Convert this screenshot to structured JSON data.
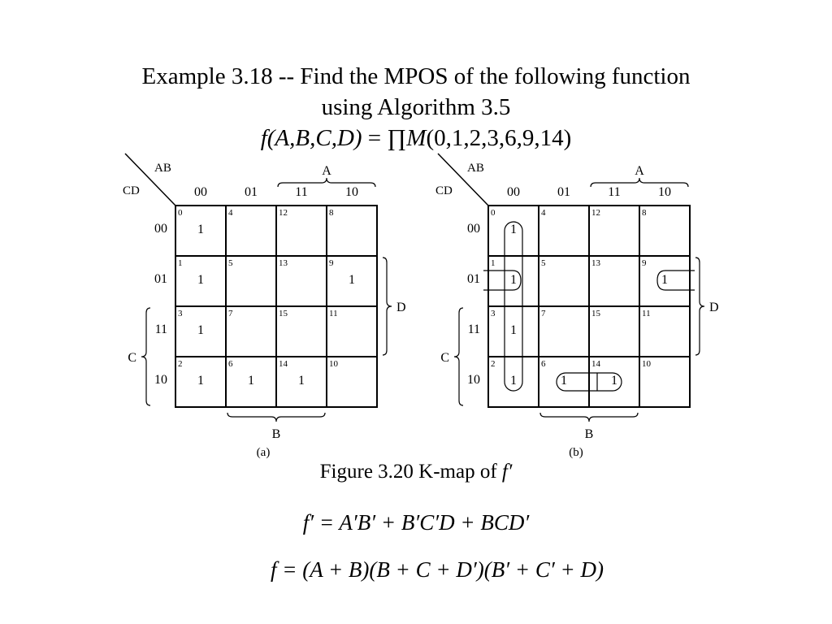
{
  "title": {
    "line1": "Example 3.18 -- Find the MPOS of the following function",
    "line2": "using Algorithm 3.5",
    "line3_lhs": "f(A,B,C,D)",
    "line3_eq": " = ∏",
    "line3_M": "M",
    "line3_args": "(0,1,2,3,6,9,14)"
  },
  "kmaps": [
    {
      "sublabel": "(a)",
      "var_ab": "AB",
      "var_cd": "CD",
      "col_headers": [
        "00",
        "01",
        "11",
        "10"
      ],
      "row_headers": [
        "00",
        "01",
        "11",
        "10"
      ],
      "brace_A": "A",
      "brace_B": "B",
      "brace_C": "C",
      "brace_D": "D",
      "cell_indices": [
        [
          "0",
          "4",
          "12",
          "8"
        ],
        [
          "1",
          "5",
          "13",
          "9"
        ],
        [
          "3",
          "7",
          "15",
          "11"
        ],
        [
          "2",
          "6",
          "14",
          "10"
        ]
      ],
      "cell_values": [
        [
          "1",
          "",
          "",
          ""
        ],
        [
          "1",
          "",
          "",
          "1"
        ],
        [
          "1",
          "",
          "",
          ""
        ],
        [
          "1",
          "1",
          "1",
          ""
        ]
      ],
      "groupings": false
    },
    {
      "sublabel": "(b)",
      "var_ab": "AB",
      "var_cd": "CD",
      "col_headers": [
        "00",
        "01",
        "11",
        "10"
      ],
      "row_headers": [
        "00",
        "01",
        "11",
        "10"
      ],
      "brace_A": "A",
      "brace_B": "B",
      "brace_C": "C",
      "brace_D": "D",
      "cell_indices": [
        [
          "0",
          "4",
          "12",
          "8"
        ],
        [
          "1",
          "5",
          "13",
          "9"
        ],
        [
          "3",
          "7",
          "15",
          "11"
        ],
        [
          "2",
          "6",
          "14",
          "10"
        ]
      ],
      "cell_values": [
        [
          "1",
          "",
          "",
          ""
        ],
        [
          "1",
          "",
          "",
          "1"
        ],
        [
          "1",
          "",
          "",
          ""
        ],
        [
          "1",
          "1",
          "1",
          ""
        ]
      ],
      "groupings": true
    }
  ],
  "caption": {
    "text": "Figure 3.20  K-map of ",
    "fprime": "f′"
  },
  "equations": {
    "fprime": "f′ = A′B′ + B′C′D + BCD′",
    "f": "f = (A + B)(B + C + D′)(B′ + C′ + D)"
  }
}
